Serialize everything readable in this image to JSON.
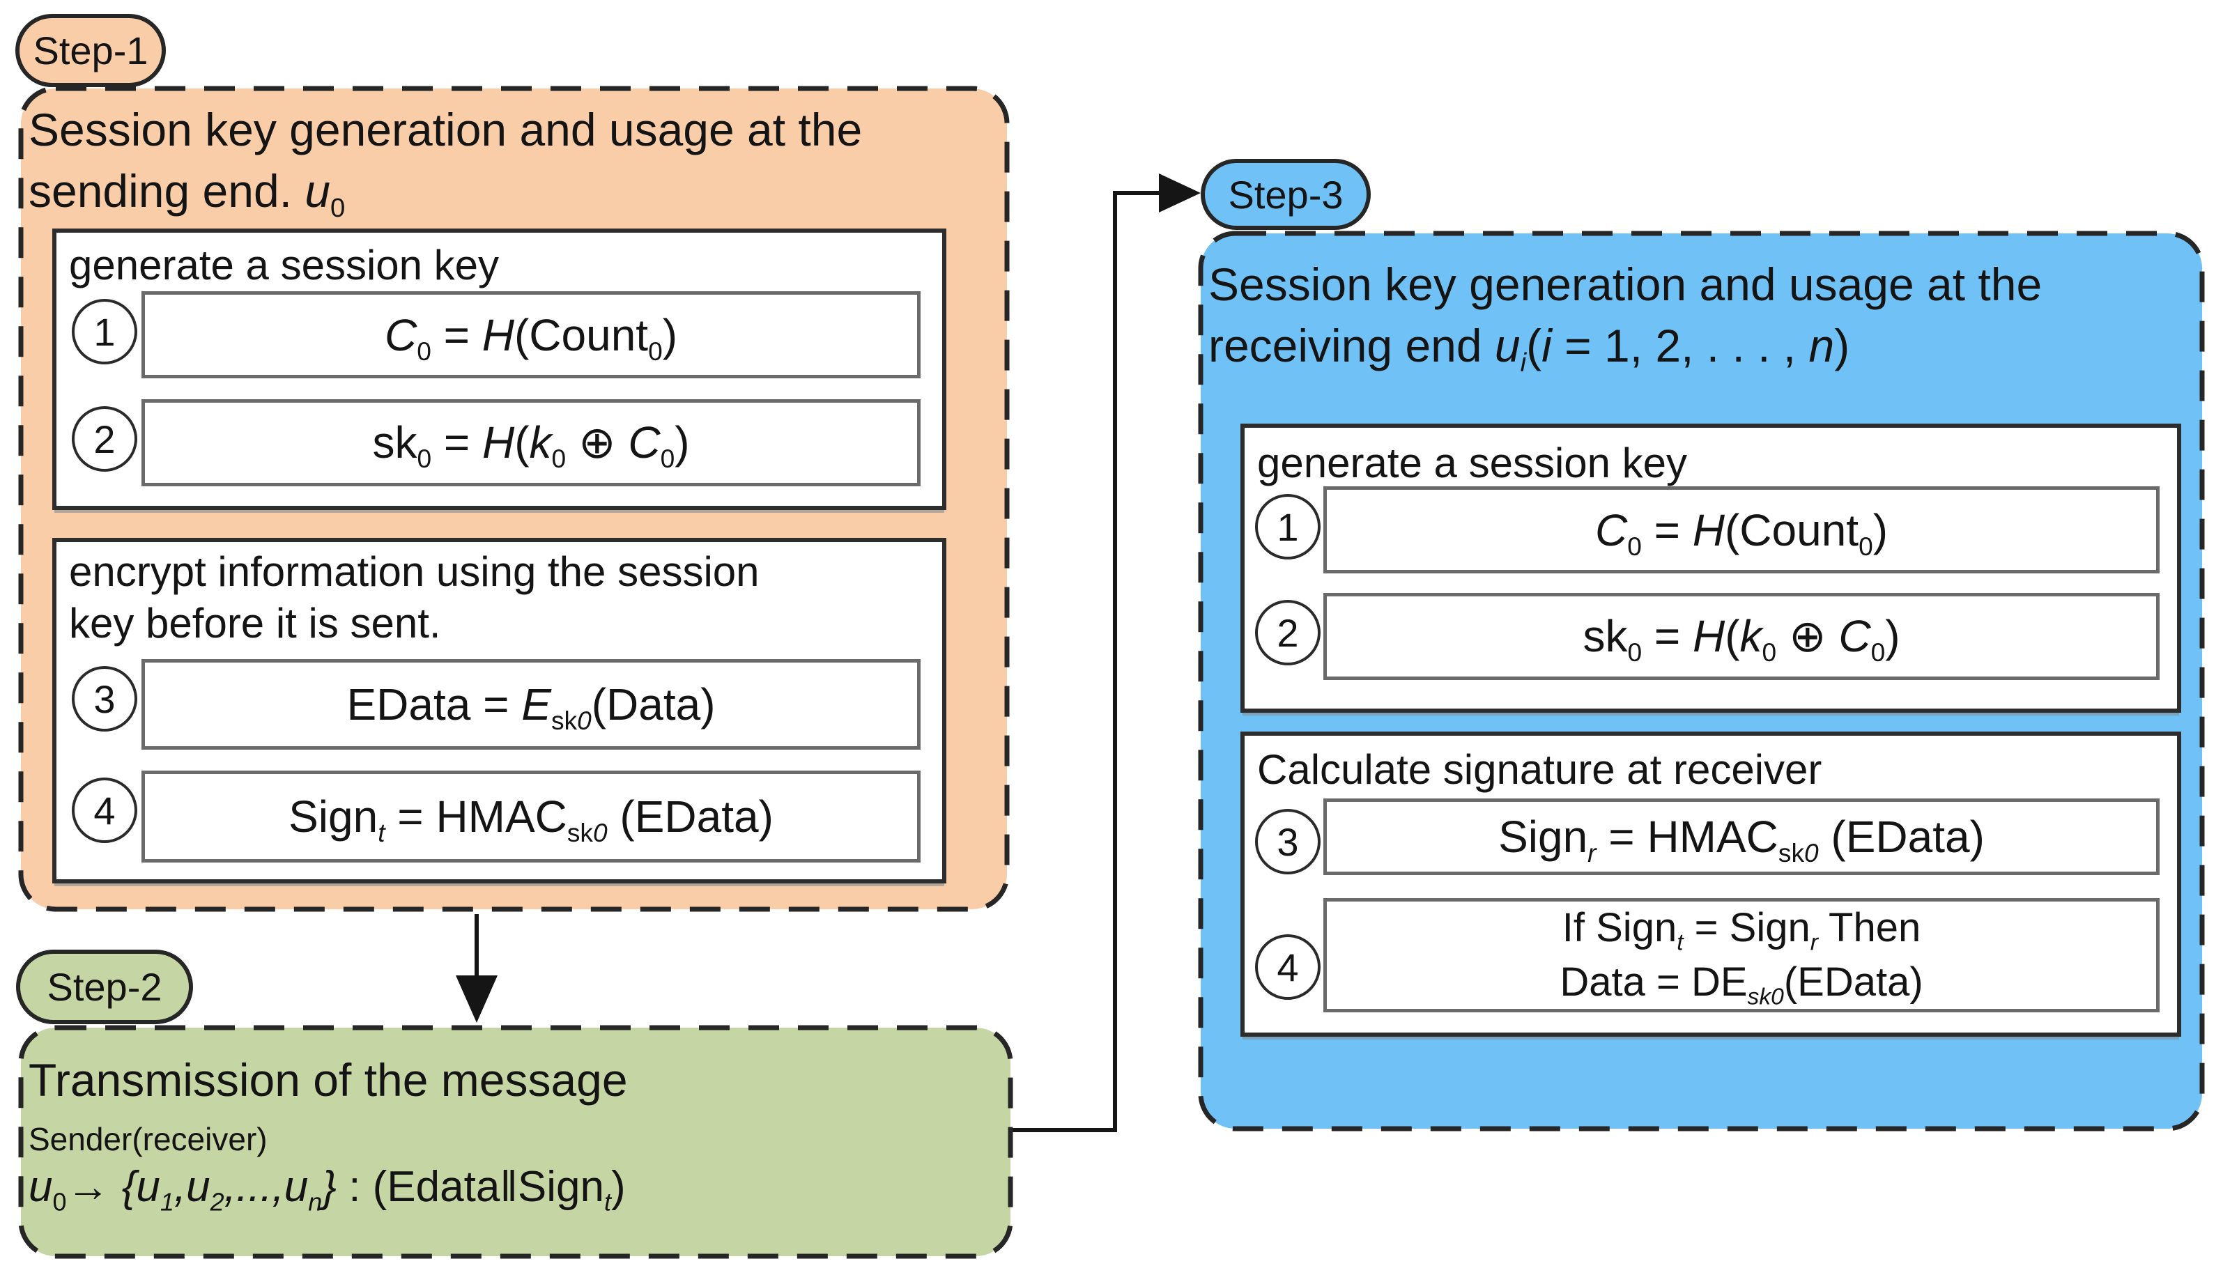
{
  "colors": {
    "step1_fill": "#FACDA9",
    "step2_fill": "#C6D5A4",
    "step3_fill": "#70C1F5",
    "frame": "#262626",
    "panel_border": "#2d2d2d",
    "formula_border": "#6a6a6a",
    "text": "#141414"
  },
  "step1": {
    "badge": "Step-1",
    "title_line1": "Session key generation and usage at the",
    "title_line2": [
      [
        "n",
        "sending end. "
      ],
      [
        "i",
        "u"
      ],
      [
        "s",
        "0"
      ]
    ],
    "gen_label": "generate a session key",
    "rows": [
      {
        "num": "1",
        "formula": [
          [
            "i",
            "C"
          ],
          [
            "s",
            "0"
          ],
          [
            "n",
            " = "
          ],
          [
            "i",
            "H"
          ],
          [
            "n",
            "(Count"
          ],
          [
            "s",
            "0"
          ],
          [
            "n",
            ")"
          ]
        ]
      },
      {
        "num": "2",
        "formula": [
          [
            "n",
            "sk"
          ],
          [
            "s",
            "0"
          ],
          [
            "n",
            " = "
          ],
          [
            "i",
            "H"
          ],
          [
            "n",
            "("
          ],
          [
            "i",
            "k"
          ],
          [
            "s",
            "0"
          ],
          [
            "i",
            " ⊕ "
          ],
          [
            "i",
            "C"
          ],
          [
            "s",
            "0"
          ],
          [
            "n",
            ")"
          ]
        ]
      }
    ],
    "enc_label_line1": "encrypt information using the session",
    "enc_label_line2": "key before it is sent.",
    "enc_rows": [
      {
        "num": "3",
        "formula": [
          [
            "n",
            "EData = "
          ],
          [
            "i",
            "E"
          ],
          [
            "s",
            "sk"
          ],
          [
            "si",
            "0"
          ],
          [
            "n",
            "(Data)"
          ]
        ]
      },
      {
        "num": "4",
        "formula": [
          [
            "n",
            "Sign"
          ],
          [
            "si",
            "t"
          ],
          [
            "n",
            " = HMAC"
          ],
          [
            "s",
            "sk"
          ],
          [
            "si",
            "0"
          ],
          [
            "n",
            " (EData)"
          ]
        ]
      }
    ]
  },
  "step2": {
    "badge": "Step-2",
    "line1": "Transmission of the message",
    "line2": "Sender(receiver)",
    "line3": [
      [
        "i",
        "u"
      ],
      [
        "s",
        "0"
      ],
      [
        "n",
        "→ "
      ],
      [
        "i",
        "{u"
      ],
      [
        "si",
        "1"
      ],
      [
        "i",
        ",u"
      ],
      [
        "si",
        "2"
      ],
      [
        "i",
        ",...,u"
      ],
      [
        "si",
        "n"
      ],
      [
        "i",
        "}"
      ],
      [
        "n",
        " : (Edata‖Sign"
      ],
      [
        "si",
        "t"
      ],
      [
        "n",
        ")"
      ]
    ]
  },
  "step3": {
    "badge": "Step-3",
    "title_line1": "Session key generation and usage at the",
    "title_line2": [
      [
        "n",
        "receiving end "
      ],
      [
        "i",
        "u"
      ],
      [
        "si",
        "i"
      ],
      [
        "n",
        "("
      ],
      [
        "i",
        "i"
      ],
      [
        "n",
        " = 1, 2, . . . , "
      ],
      [
        "i",
        "n"
      ],
      [
        "n",
        ")"
      ]
    ],
    "gen_label": "generate a session key",
    "rows": [
      {
        "num": "1",
        "formula": [
          [
            "i",
            "C"
          ],
          [
            "s",
            "0"
          ],
          [
            "n",
            " = "
          ],
          [
            "i",
            "H"
          ],
          [
            "n",
            "(Count"
          ],
          [
            "s",
            "0"
          ],
          [
            "n",
            ")"
          ]
        ]
      },
      {
        "num": "2",
        "formula": [
          [
            "n",
            "sk"
          ],
          [
            "s",
            "0"
          ],
          [
            "n",
            " = "
          ],
          [
            "i",
            "H"
          ],
          [
            "n",
            "("
          ],
          [
            "i",
            "k"
          ],
          [
            "s",
            "0"
          ],
          [
            "i",
            " ⊕ "
          ],
          [
            "i",
            "C"
          ],
          [
            "s",
            "0"
          ],
          [
            "n",
            ")"
          ]
        ]
      }
    ],
    "calc_label": "Calculate signature at receiver",
    "calc_rows": [
      {
        "num": "3",
        "formula": [
          [
            "n",
            "Sign"
          ],
          [
            "si",
            "r"
          ],
          [
            "n",
            " = HMAC"
          ],
          [
            "s",
            "sk"
          ],
          [
            "si",
            "0"
          ],
          [
            "n",
            " (EData)"
          ]
        ]
      },
      {
        "num": "4",
        "formula_line1": [
          [
            "n",
            "If Sign"
          ],
          [
            "si",
            "t"
          ],
          [
            "n",
            " = Sign"
          ],
          [
            "si",
            "r"
          ],
          [
            "n",
            " Then"
          ]
        ],
        "formula_line2": [
          [
            "n",
            "Data = DE"
          ],
          [
            "si",
            "sk0"
          ],
          [
            "n",
            "(EData)"
          ]
        ]
      }
    ]
  }
}
